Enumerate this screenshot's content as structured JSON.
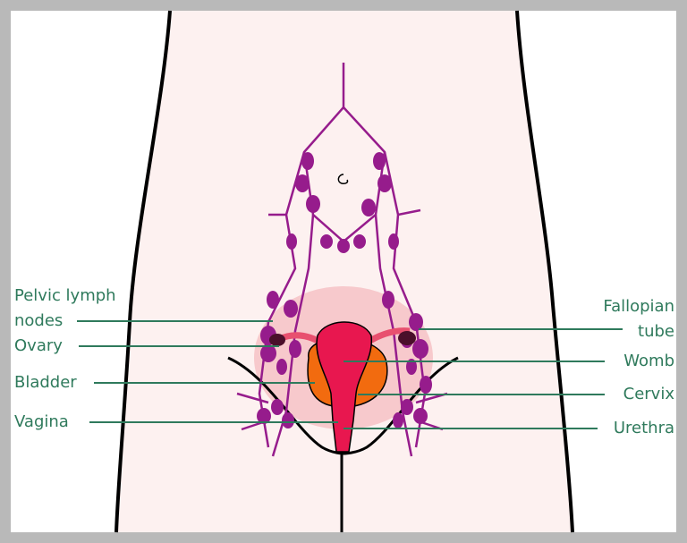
{
  "colors": {
    "label": "#2f7a5c",
    "lymph": "#961c8c",
    "bladder": "#f26b0f",
    "womb": "#e8174f",
    "skin": "#fdf1f0",
    "glow": "#f7c9cc"
  },
  "labels": {
    "pelvic_lymph_nodes": [
      "Pelvic lymph",
      "nodes"
    ],
    "ovary": "Ovary",
    "bladder": "Bladder",
    "vagina": "Vagina",
    "fallopian_tube": [
      "Fallopian",
      "tube"
    ],
    "womb": "Womb",
    "cervix": "Cervix",
    "urethra": "Urethra"
  }
}
